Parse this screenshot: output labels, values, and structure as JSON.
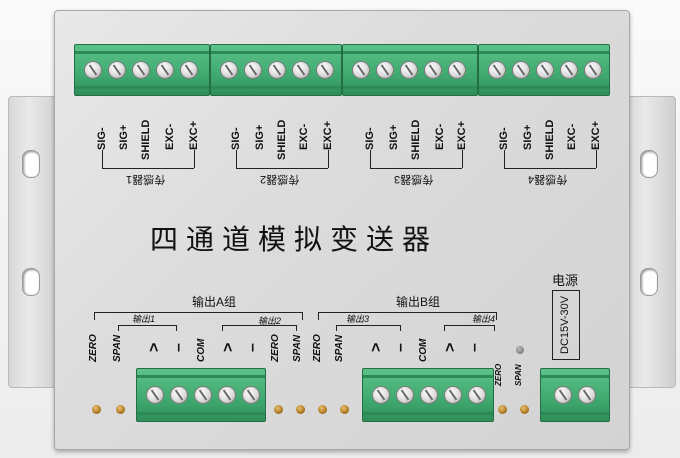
{
  "title": "四通道模拟变送器",
  "sensor_pins": [
    "SIG-",
    "SIG+",
    "SHIELD",
    "EXC-",
    "EXC+"
  ],
  "sensors": [
    "传感器1",
    "传感器2",
    "传感器3",
    "传感器4"
  ],
  "output_groups": {
    "a": {
      "title": "输出A组",
      "ch1": "输出1",
      "ch2": "输出2"
    },
    "b": {
      "title": "输出B组",
      "ch3": "输出3",
      "ch4": "输出4"
    }
  },
  "output_pins": {
    "zero": "ZERO",
    "span": "SPAN",
    "plus": ">",
    "minus": "–",
    "com": "COM"
  },
  "power": {
    "label": "电源",
    "voltage": "DC15V-30V"
  },
  "colors": {
    "terminal_green": "#3fa96f",
    "panel": "#dcdcdc",
    "led": "#b07a22"
  }
}
